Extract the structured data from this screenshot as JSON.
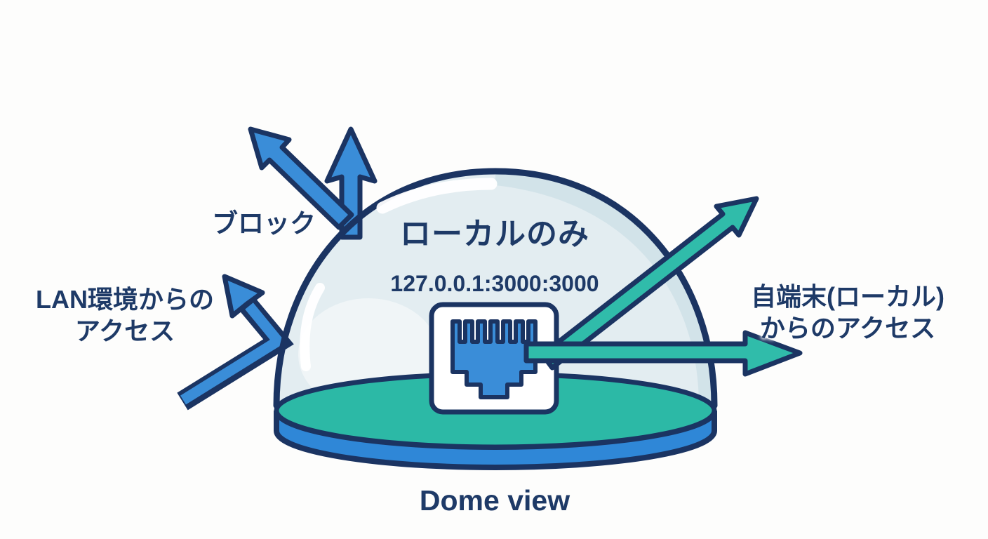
{
  "diagram": {
    "caption": "Dome view",
    "dome": {
      "title": "ローカルのみ",
      "address": "127.0.0.1:3000:3000"
    },
    "labels": {
      "block": "ブロック",
      "lan": "LAN環境からの\nアクセス",
      "local": "自端末(ローカル)\nからのアクセス"
    },
    "icons": {
      "port": "ethernet-port-icon",
      "blocked_arrows": "blocked-outbound-arrows",
      "lan_arrow": "deflected-lan-arrow",
      "local_arrows": "local-access-arrows"
    },
    "colors": {
      "outline_navy": "#1b3462",
      "text_navy": "#1e3a67",
      "arrow_blue": "#3a8dd8",
      "base_teal": "#2cb9a6",
      "arrow_teal": "#30bcaa",
      "base_rim_blue": "#2f87d7",
      "dome_fill": "#e3edf1",
      "dome_shade": "#cfe0e7",
      "port_fill": "#ffffff",
      "background": "#fdfdfc"
    }
  }
}
